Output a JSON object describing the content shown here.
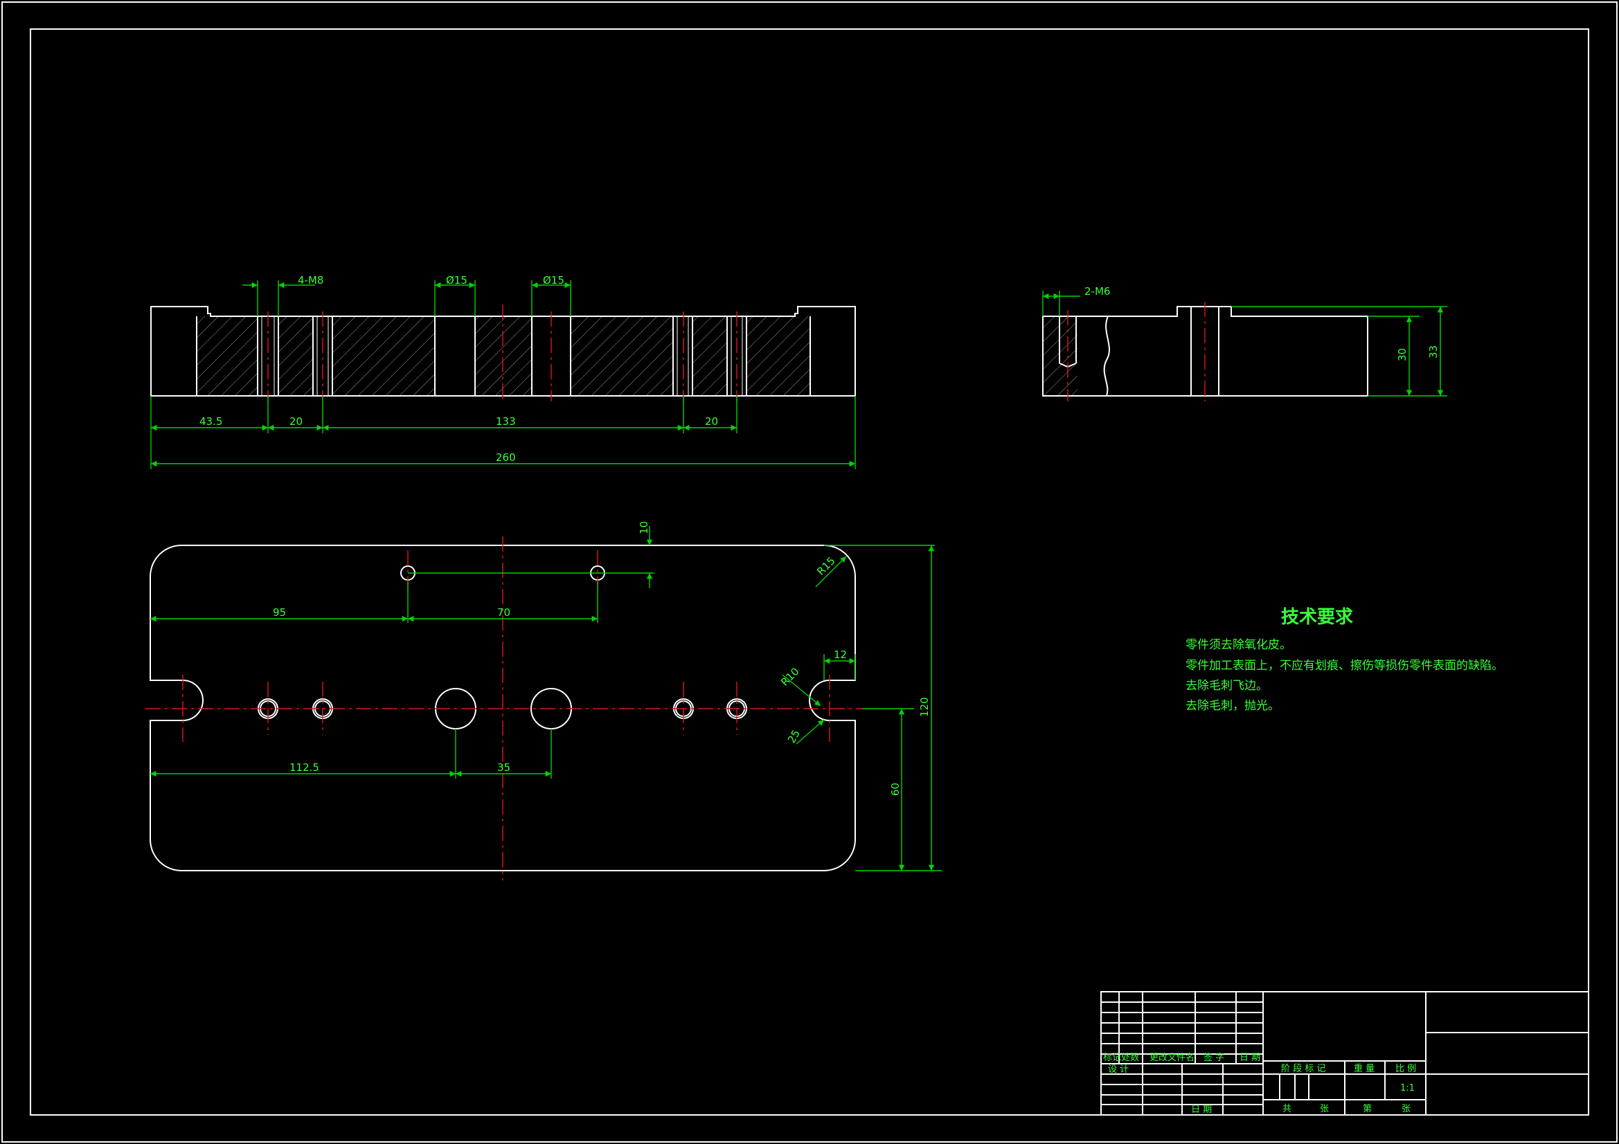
{
  "front_view": {
    "dim_top": [
      "4-M8",
      "Ø15",
      "Ø15"
    ],
    "dim_bottom": [
      "43.5",
      "20",
      "133",
      "20"
    ],
    "dim_total": "260"
  },
  "side_view": {
    "thread_label": "2-M6",
    "height_inner": "30",
    "height_total": "33"
  },
  "plan_view": {
    "dims": {
      "d10": "10",
      "r15": "R15",
      "d95": "95",
      "d70": "70",
      "d12": "12",
      "r10": "R10",
      "d120": "120",
      "d25": "25",
      "d1125": "112.5",
      "d35": "35",
      "d60": "60"
    }
  },
  "tech_requirements": {
    "title": "技术要求",
    "notes": [
      "零件须去除氧化皮。",
      "零件加工表面上，不应有划痕、擦伤等损伤零件表面的缺陷。",
      "去除毛刺飞边。",
      "去除毛刺，抛光。"
    ]
  },
  "title_block": {
    "rev_headers": [
      "标记",
      "处数",
      "更改文件名",
      "签 字",
      "日 期"
    ],
    "design_label": "设 计",
    "date_label": "日 期",
    "stage_label": "阶 段 标 记",
    "weight_label": "重 量",
    "scale_label": "比 例",
    "scale_value": "1:1",
    "total_label": "共",
    "sheet_unit": "张",
    "sheet_label": "第",
    "sheet_unit2": "张"
  },
  "colors": {
    "background": "#000000",
    "outline": "#ffffff",
    "dimension": "#00d400",
    "centerline": "#e01818"
  }
}
